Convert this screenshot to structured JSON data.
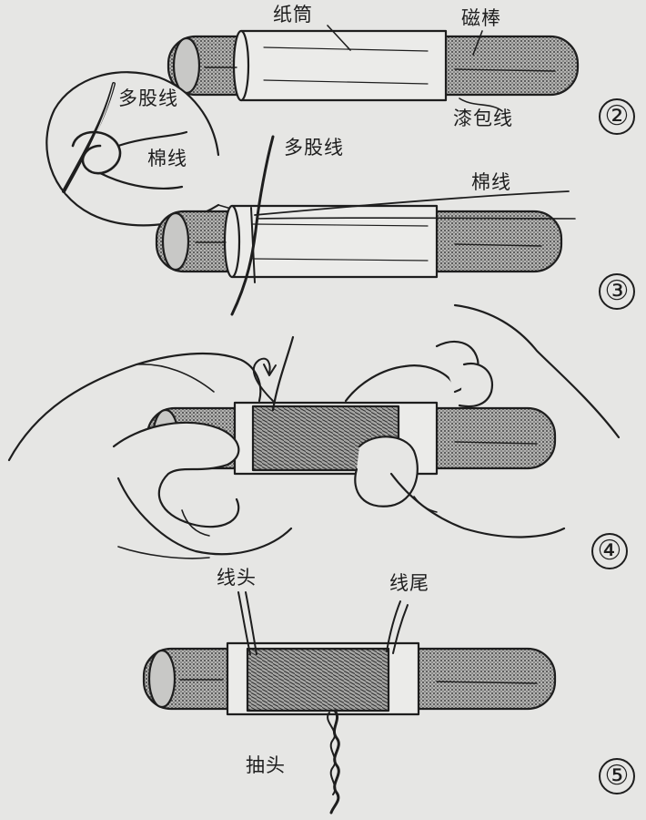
{
  "labels": {
    "paper_tube": "纸筒",
    "magnet_rod": "磁棒",
    "enamel_wire": "漆包线",
    "litz_wire_inset": "多股线",
    "cotton_thread_inset": "棉线",
    "litz_wire": "多股线",
    "cotton_thread": "棉线",
    "wire_head": "线头",
    "wire_tail": "线尾",
    "tap": "抽头"
  },
  "steps": [
    "②",
    "③",
    "④",
    "⑤"
  ],
  "colors": {
    "paper": "#e6e6e4",
    "ink": "#1e1e1e",
    "rod_fill": "#9c9c9c",
    "tube_fill": "#ebebe9",
    "coil_fill": "#a4a4a2"
  }
}
